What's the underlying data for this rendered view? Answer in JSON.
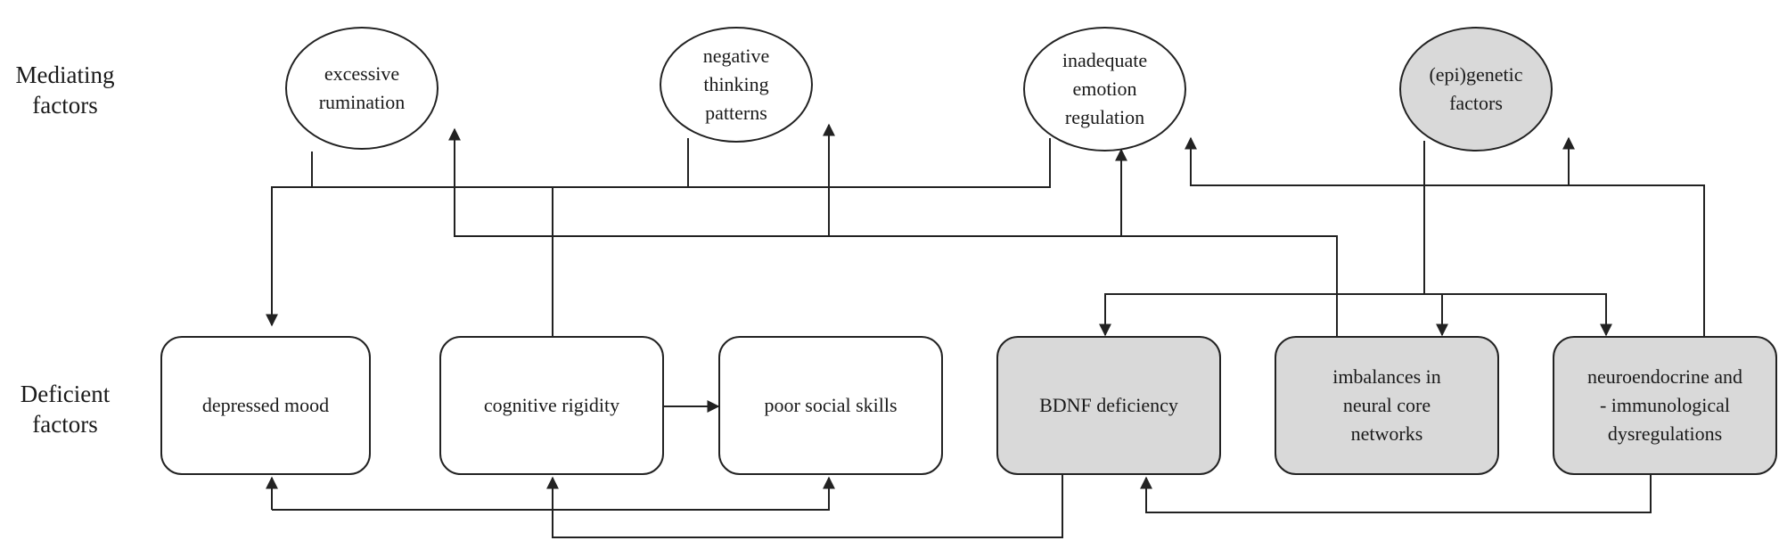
{
  "row_labels": {
    "mediating": "Mediating\nfactors",
    "deficient": "Deficient\nfactors"
  },
  "mediating_factors": [
    {
      "label": "excessive\nrumination",
      "shaded": false
    },
    {
      "label": "negative\nthinking\npatterns",
      "shaded": false
    },
    {
      "label": "inadequate\nemotion\nregulation",
      "shaded": false
    },
    {
      "label": "(epi)genetic\nfactors",
      "shaded": true
    }
  ],
  "deficient_factors": [
    {
      "label": "depressed mood",
      "shaded": false
    },
    {
      "label": "cognitive  rigidity",
      "shaded": false
    },
    {
      "label": "poor social  skills",
      "shaded": false
    },
    {
      "label": "BDNF deficiency",
      "shaded": true
    },
    {
      "label": "imbalances  in\nneural  core\nnetworks",
      "shaded": true
    },
    {
      "label": "neuroendocrine  and\n- immunological\ndysregulations",
      "shaded": true
    }
  ],
  "colors": {
    "line": "#222222",
    "shaded_fill": "#d9d9d9",
    "plain_fill": "#ffffff"
  }
}
